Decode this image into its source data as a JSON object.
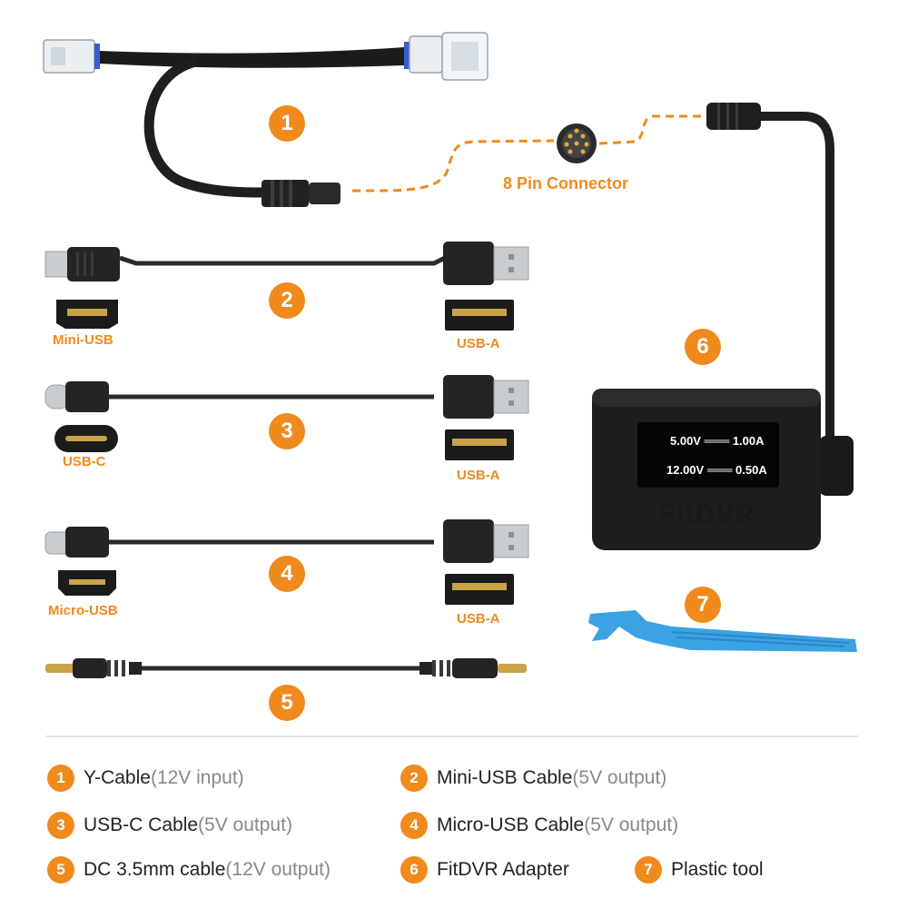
{
  "badges": {
    "b1": "1",
    "b2": "2",
    "b3": "3",
    "b4": "4",
    "b5": "5",
    "b6": "6",
    "b7": "7"
  },
  "connector_label": "8 Pin Connector",
  "port_labels": {
    "mini_usb": "Mini-USB",
    "usb_a_2": "USB-A",
    "usb_c": "USB-C",
    "usb_a_3": "USB-A",
    "micro_usb": "Micro-USB",
    "usb_a_4": "USB-A"
  },
  "adapter": {
    "brand": "FitDVR",
    "line1": "5.00V ═══ 1.00A",
    "line2": "12.00V ═══ 0.50A"
  },
  "colors": {
    "accent": "#f08a1c",
    "tool": "#3ba2e3",
    "cable": "#2b2b2b"
  },
  "legend": [
    {
      "num": "1",
      "name": "Y-Cable",
      "detail": "(12V input)"
    },
    {
      "num": "2",
      "name": "Mini-USB Cable",
      "detail": "(5V output)"
    },
    {
      "num": "3",
      "name": "USB-C Cable",
      "detail": "(5V output)"
    },
    {
      "num": "4",
      "name": "Micro-USB Cable",
      "detail": "(5V output)"
    },
    {
      "num": "5",
      "name": "DC 3.5mm cable",
      "detail": "(12V output)"
    },
    {
      "num": "6",
      "name": "FitDVR Adapter",
      "detail": ""
    },
    {
      "num": "7",
      "name": "Plastic tool",
      "detail": ""
    }
  ]
}
